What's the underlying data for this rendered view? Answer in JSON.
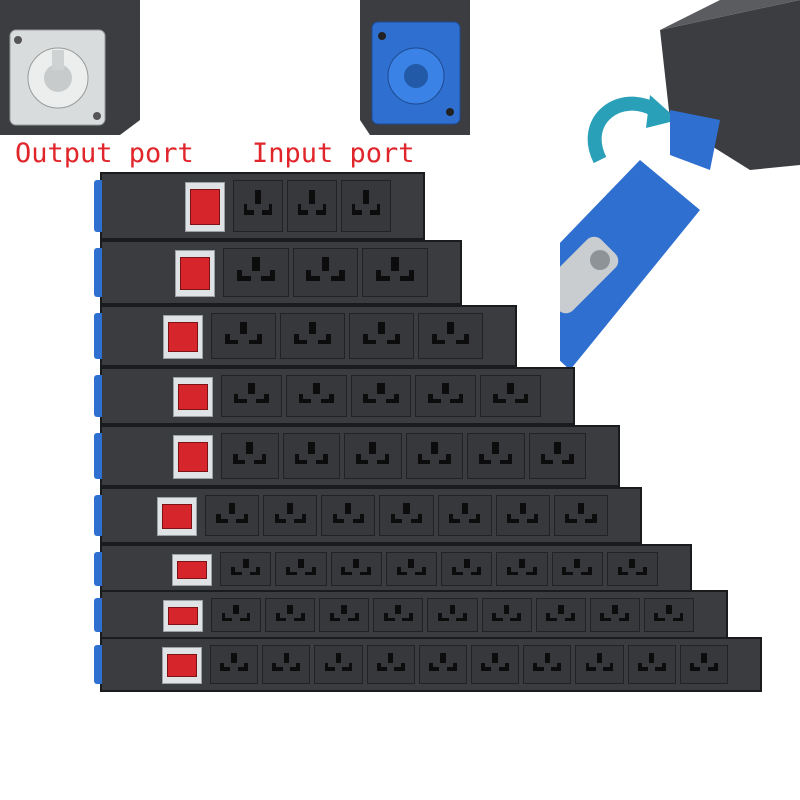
{
  "labels": {
    "output_port": "Output port",
    "input_port": "Input port"
  },
  "colors": {
    "label_red": "#e0262a",
    "connector_blue": "#2f6fd0",
    "switch_red": "#d6262b",
    "housing_black": "#3a3c40"
  },
  "pdu_socket_counts": [
    3,
    3,
    4,
    5,
    6,
    7,
    8,
    9,
    10
  ],
  "icons": [
    "output-connector-icon",
    "input-connector-icon",
    "rotate-arrow-icon",
    "powercon-plug-icon"
  ]
}
